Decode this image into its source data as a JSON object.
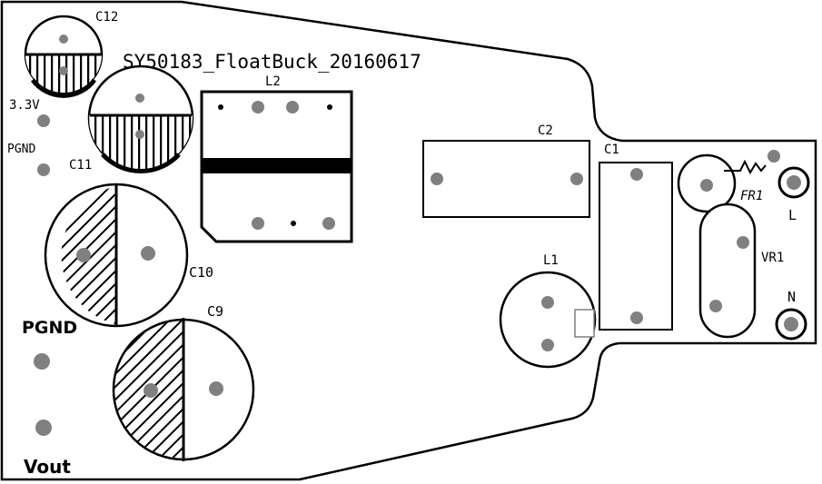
{
  "title": "SY50183_FloatBuck_20160617",
  "colors": {
    "outline": "#000000",
    "pad": "#808080",
    "background": "#ffffff"
  },
  "labels": {
    "c12": "C12",
    "c11": "C11",
    "c10": "C10",
    "c9": "C9",
    "c2": "C2",
    "c1": "C1",
    "l1": "L1",
    "l2": "L2",
    "fr1": "FR1",
    "vr1": "VR1",
    "l": "L",
    "n": "N",
    "v33": "3.3V",
    "pgnd_small": "PGND",
    "pgnd": "PGND",
    "vout": "Vout"
  }
}
